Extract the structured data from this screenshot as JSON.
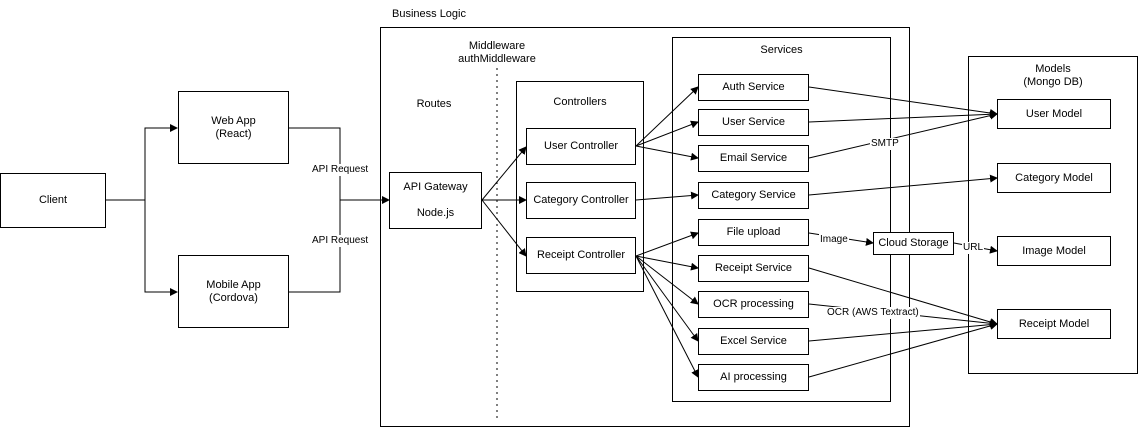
{
  "containers": {
    "business_logic": "Business Logic",
    "services": "Services",
    "models": "Models\n(Mongo DB)",
    "controllers": "Controllers",
    "routes": "Routes",
    "middleware": "Middleware\nauthMiddleware"
  },
  "nodes": {
    "client": "Client",
    "web_app": "Web App\n(React)",
    "mobile_app": "Mobile App\n(Cordova)",
    "api_gateway": "API Gateway\n\nNode.js",
    "user_controller": "User Controller",
    "category_controller": "Category Controller",
    "receipt_controller": "Receipt Controller",
    "auth_service": "Auth Service",
    "user_service": "User Service",
    "email_service": "Email Service",
    "category_service": "Category Service",
    "file_upload": "File upload",
    "receipt_service": "Receipt Service",
    "ocr_processing": "OCR processing",
    "excel_service": "Excel Service",
    "ai_processing": "AI processing",
    "cloud_storage": "Cloud Storage",
    "user_model": "User Model",
    "category_model": "Category Model",
    "image_model": "Image Model",
    "receipt_model": "Receipt Model"
  },
  "edge_labels": {
    "api_request_top": "API Request",
    "api_request_bottom": "API Request",
    "smtp": "SMTP",
    "image": "Image",
    "url": "URL",
    "ocr": "OCR (AWS Textract)"
  }
}
